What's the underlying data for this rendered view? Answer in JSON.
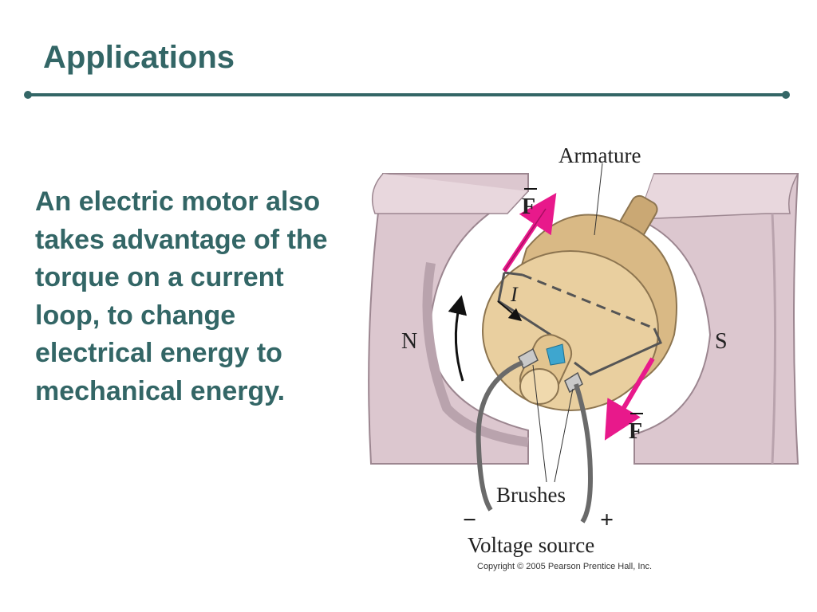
{
  "slide": {
    "title": "Applications",
    "body": "An electric motor also takes advantage of the torque on a current loop, to change electrical energy to mechanical energy."
  },
  "diagram": {
    "labels": {
      "armature": "Armature",
      "force_top": "F",
      "force_bottom": "F",
      "current": "I",
      "north_pole": "N",
      "south_pole": "S",
      "brushes": "Brushes",
      "minus": "−",
      "plus": "+",
      "voltage_source": "Voltage source",
      "copyright": "Copyright © 2005 Pearson Prentice Hall, Inc."
    },
    "colors": {
      "theme": "#336666",
      "magnet": "#dcc7cf",
      "armature": "#e9cf9f",
      "force_arrow": "#e8198b",
      "wire": "#6a6a6a",
      "brush": "#3ea6cf"
    },
    "icons": [
      "rotation-arrow-icon",
      "force-arrow-icon",
      "current-arrow-icon"
    ]
  }
}
